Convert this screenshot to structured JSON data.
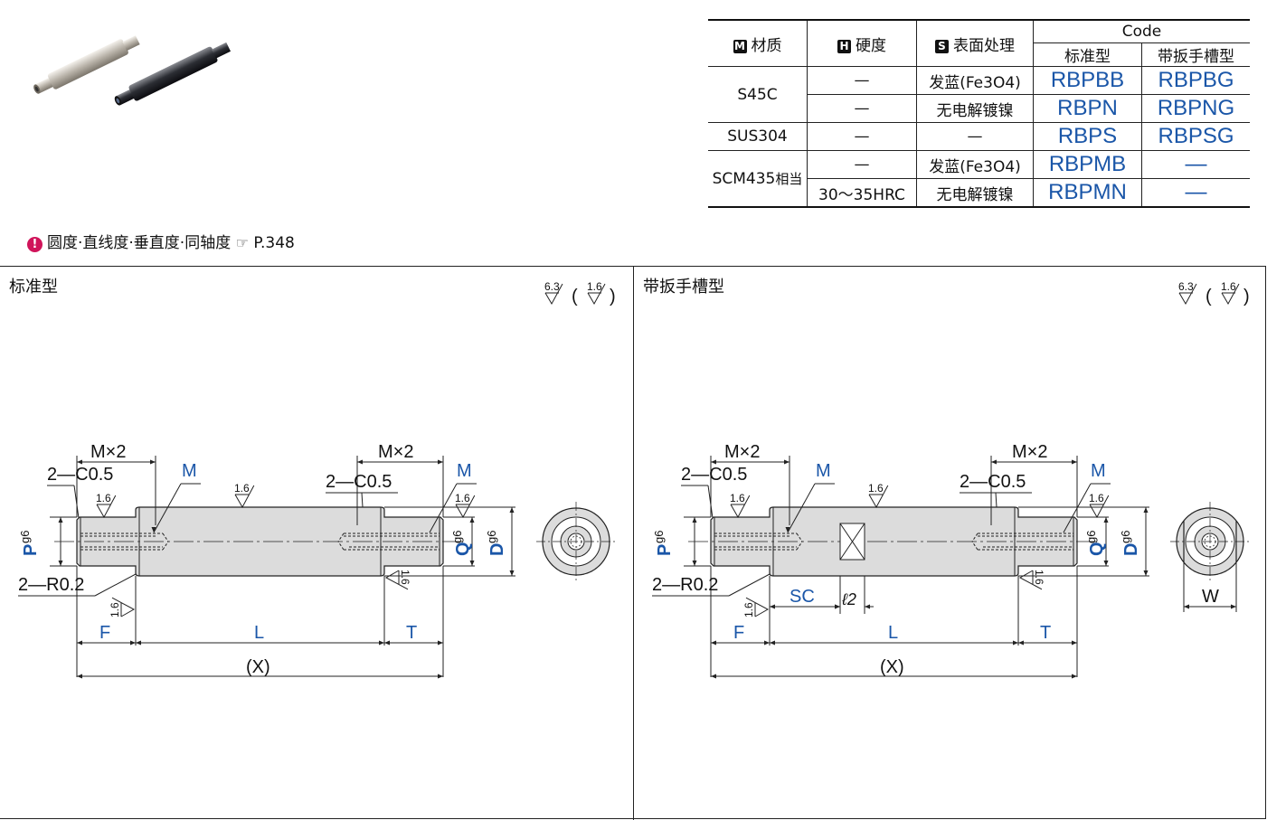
{
  "table": {
    "head_material": "材质",
    "head_hardness": "硬度",
    "head_surface": "表面处理",
    "head_code": "Code",
    "head_standard": "标准型",
    "head_wrench": "带扳手槽型",
    "badge_m": "M",
    "badge_h": "H",
    "badge_s": "S",
    "rows": [
      {
        "material": "S45C",
        "hardness": "—",
        "surface": "发蓝(Fe3O4)",
        "std": "RBPBB",
        "wrench": "RBPBG"
      },
      {
        "hardness": "—",
        "surface": "无电解镀镍",
        "std": "RBPN",
        "wrench": "RBPNG"
      },
      {
        "material": "SUS304",
        "hardness": "—",
        "surface": "—",
        "std": "RBPS",
        "wrench": "RBPSG"
      },
      {
        "material": "SCM435",
        "material_suffix": "相当",
        "hardness": "—",
        "surface": "发蓝(Fe3O4)",
        "std": "RBPMB",
        "wrench": "—"
      },
      {
        "hardness": "30～35HRC",
        "surface": "无电解镀镍",
        "std": "RBPMN",
        "wrench": "—"
      }
    ]
  },
  "note": {
    "text": "圆度·直线度·垂直度·同轴度",
    "ref": "P.348"
  },
  "sections": {
    "standard_title": "标准型",
    "wrench_title": "带扳手槽型"
  },
  "dims": {
    "mx2": "M×2",
    "m": "M",
    "c05": "2—C0.5",
    "r02": "2—R0.2",
    "rough16": "1.6",
    "rough63": "6.3",
    "p": "P",
    "q": "Q",
    "d": "D",
    "g6": "g6",
    "f": "F",
    "l": "L",
    "t": "T",
    "x": "(X)",
    "sc": "SC",
    "l2": "ℓ2",
    "w": "W"
  },
  "colors": {
    "accent": "#1a56a8",
    "warn": "#d0145a"
  }
}
